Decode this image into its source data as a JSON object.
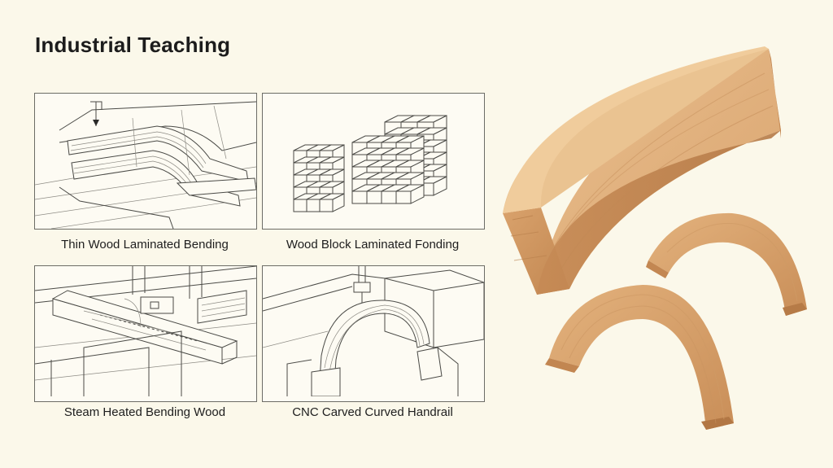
{
  "title": "Industrial Teaching",
  "panels": [
    {
      "caption": "Thin Wood Laminated Bending"
    },
    {
      "caption": "Wood Block Laminated Fonding"
    },
    {
      "caption": "Steam Heated Bending Wood"
    },
    {
      "caption": "CNC Carved Curved Handrail"
    }
  ],
  "colors": {
    "background": "#fbf8ea",
    "wood_light": "#e6b886",
    "wood_mid": "#d39d68",
    "wood_dark": "#b9804d"
  }
}
